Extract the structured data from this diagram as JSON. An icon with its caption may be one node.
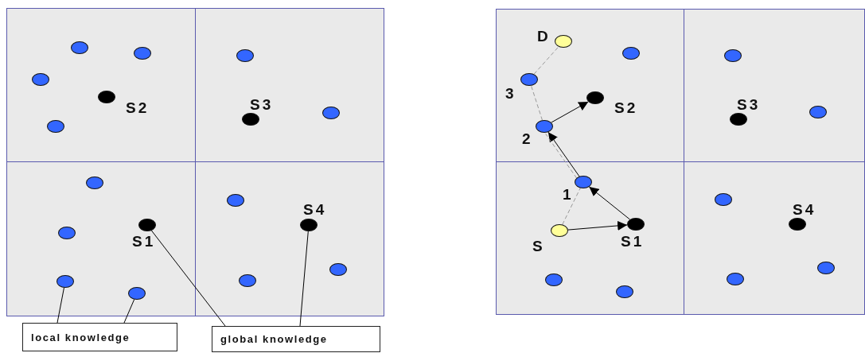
{
  "diagram": {
    "nodes": [
      {
        "text": [],
        "shape": "box"
      },
      {
        "text": [],
        "shape": "box"
      },
      {
        "text": [],
        "shape": "box"
      },
      {
        "text": [],
        "shape": "box"
      },
      {
        "text": [],
        "shape": "circle",
        "in": 0
      },
      {
        "text": [],
        "shape": "circle",
        "in": 0
      },
      {
        "text": [],
        "shape": "circle",
        "in": 0
      },
      {
        "text": [],
        "shape": "circle",
        "in": 0,
        "beside": [
          "S2"
        ]
      },
      {
        "text": [],
        "shape": "circle",
        "in": 0
      },
      {
        "text": [],
        "shape": "circle",
        "in": 1
      },
      {
        "text": [],
        "shape": "circle",
        "in": 1,
        "beside": [
          "S3"
        ]
      },
      {
        "text": [],
        "shape": "circle",
        "in": 1
      },
      {
        "text": [],
        "shape": "circle",
        "in": 2
      },
      {
        "text": [],
        "shape": "circle",
        "in": 2
      },
      {
        "text": [],
        "shape": "circle",
        "in": 2,
        "beside": [
          "S1"
        ]
      },
      {
        "text": [],
        "shape": "circle",
        "in": 2
      },
      {
        "text": [],
        "shape": "circle",
        "in": 2
      },
      {
        "text": [],
        "shape": "circle",
        "in": 3
      },
      {
        "text": [],
        "shape": "circle",
        "in": 3,
        "beside": [
          "S4"
        ]
      },
      {
        "text": [],
        "shape": "circle",
        "in": 3
      },
      {
        "text": [],
        "shape": "circle",
        "in": 3
      },
      {
        "text": [
          "local knowledge"
        ]
      },
      {
        "text": [
          "global knowledge"
        ]
      },
      {
        "text": [],
        "shape": "box"
      },
      {
        "text": [],
        "shape": "box"
      },
      {
        "text": [],
        "shape": "box"
      },
      {
        "text": [],
        "shape": "box"
      },
      {
        "text": [],
        "shape": "circle",
        "in": 23,
        "beside": [
          "D"
        ]
      },
      {
        "text": [],
        "shape": "circle",
        "in": 23
      },
      {
        "text": [],
        "shape": "circle",
        "in": 23,
        "beside": [
          "3"
        ]
      },
      {
        "text": [],
        "shape": "circle",
        "in": 23,
        "beside": [
          "S2"
        ]
      },
      {
        "text": [],
        "shape": "circle",
        "in": 23,
        "beside": [
          "2"
        ]
      },
      {
        "text": [],
        "shape": "circle",
        "in": 24
      },
      {
        "text": [],
        "shape": "circle",
        "in": 24,
        "beside": [
          "S3"
        ]
      },
      {
        "text": [],
        "shape": "circle",
        "in": 24
      },
      {
        "text": [],
        "shape": "circle",
        "in": 25,
        "beside": [
          "1"
        ]
      },
      {
        "text": [],
        "shape": "circle",
        "in": 25,
        "beside": [
          "S"
        ]
      },
      {
        "text": [],
        "shape": "circle",
        "in": 25,
        "beside": [
          "S1"
        ]
      },
      {
        "text": [],
        "shape": "circle",
        "in": 25
      },
      {
        "text": [],
        "shape": "circle",
        "in": 25
      },
      {
        "text": [],
        "shape": "circle",
        "in": 26
      },
      {
        "text": [],
        "shape": "circle",
        "in": 26,
        "beside": [
          "S4"
        ]
      },
      {
        "text": [],
        "shape": "circle",
        "in": 26
      },
      {
        "text": [],
        "shape": "circle",
        "in": 26
      }
    ],
    "edges": [
      {
        "from": 21,
        "to": 15,
        "arrow": "none"
      },
      {
        "from": 21,
        "to": 16,
        "arrow": "none"
      },
      {
        "from": 22,
        "to": 14,
        "arrow": "none"
      },
      {
        "from": 22,
        "to": 18,
        "arrow": "none"
      },
      {
        "from": 36,
        "to": 37,
        "arrow": "to"
      },
      {
        "from": 37,
        "to": 35,
        "arrow": "to"
      },
      {
        "from": 35,
        "to": 31,
        "arrow": "to"
      },
      {
        "from": 31,
        "to": 30,
        "arrow": "to"
      },
      {
        "from": 36,
        "to": 35,
        "arrow": "none",
        "style": "dashed",
        "color": "#999999"
      },
      {
        "from": 35,
        "to": 31,
        "arrow": "none",
        "style": "dashed",
        "color": "#999999"
      },
      {
        "from": 31,
        "to": 29,
        "arrow": "none",
        "style": "dashed",
        "color": "#999999"
      },
      {
        "from": 29,
        "to": 27,
        "arrow": "none",
        "style": "dashed",
        "color": "#999999"
      }
    ]
  }
}
